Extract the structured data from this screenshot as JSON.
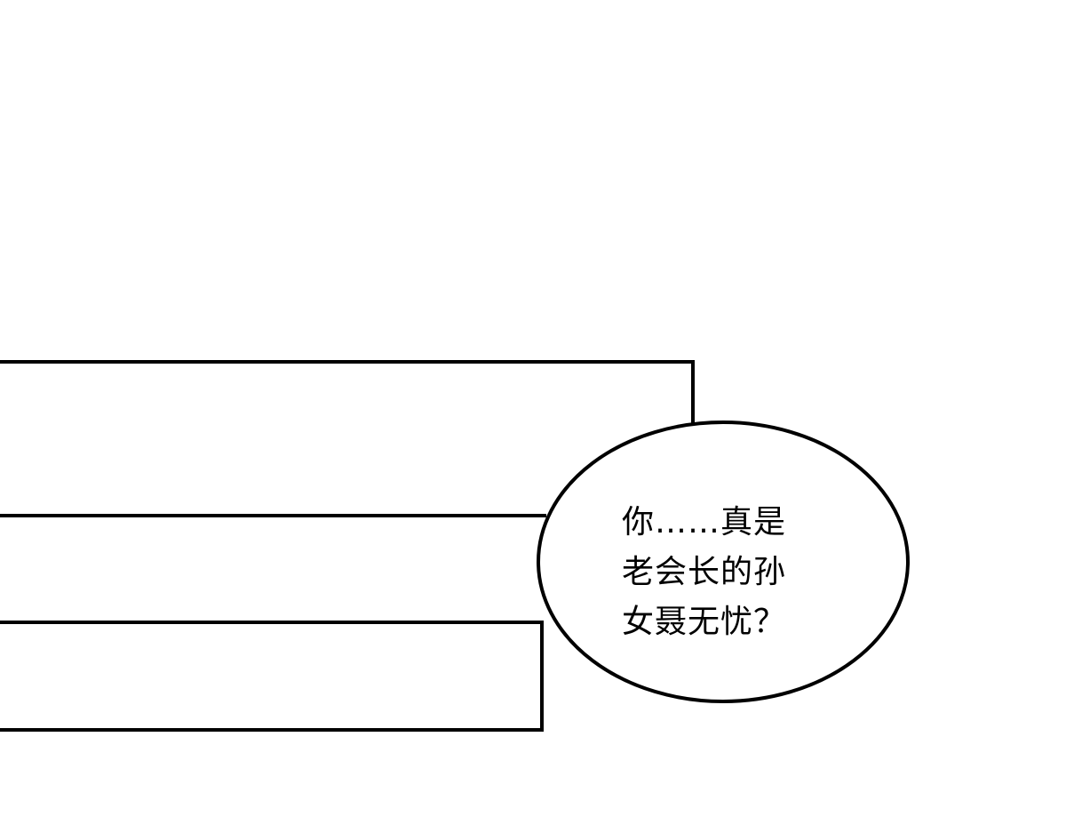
{
  "panel": {
    "background": "#ffffff",
    "ink": "#000000"
  },
  "speech_bubble": {
    "lines": [
      "你……真是",
      "老会长的孙",
      "女聂无忧？"
    ]
  }
}
